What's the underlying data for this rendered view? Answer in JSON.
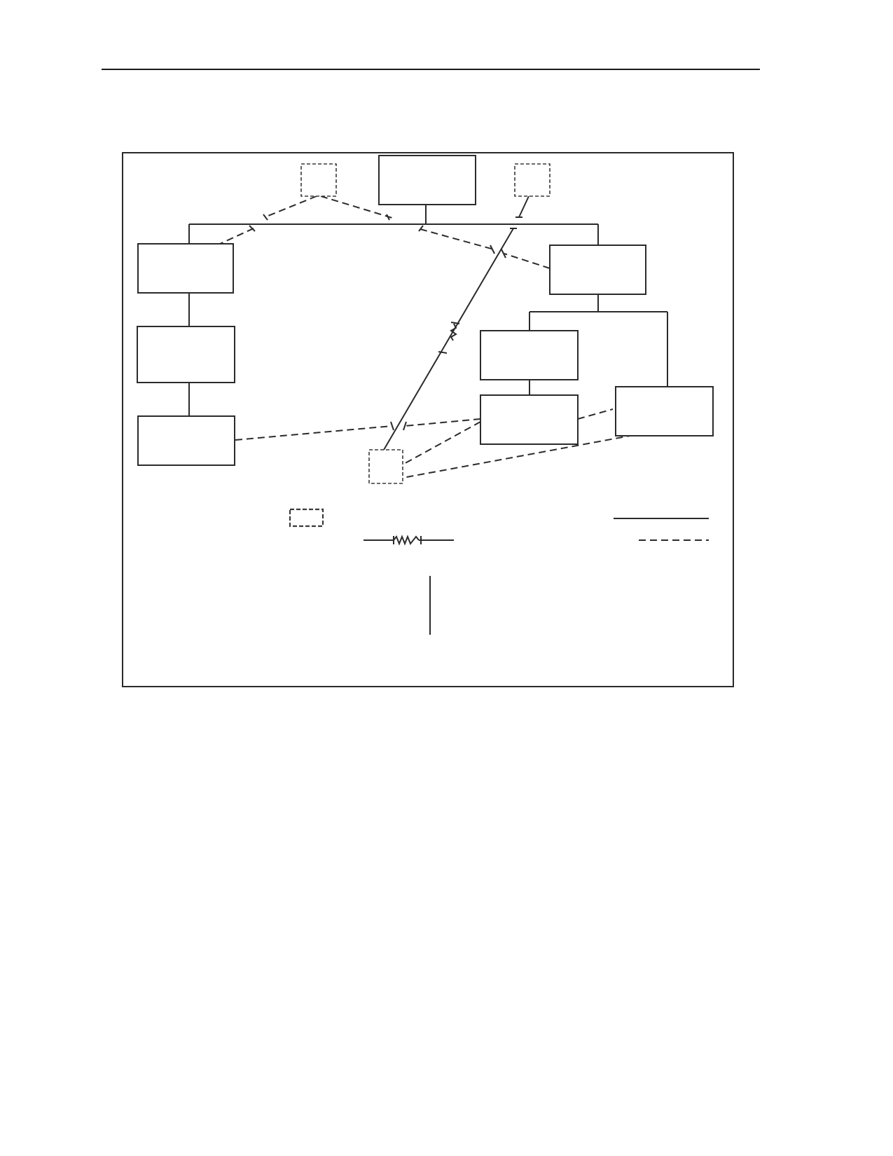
{
  "figure": {
    "legend": {
      "items": [
        {
          "symbol": "dashed-box"
        },
        {
          "symbol": "spring-line"
        },
        {
          "symbol": "solid-line"
        },
        {
          "symbol": "dashed-line"
        },
        {
          "symbol": "vertical-line"
        }
      ]
    },
    "nodes": [
      {
        "id": "top",
        "kind": "solid"
      },
      {
        "id": "dashed-top-left",
        "kind": "dashed"
      },
      {
        "id": "dashed-top-right",
        "kind": "dashed"
      },
      {
        "id": "left-1",
        "kind": "solid"
      },
      {
        "id": "left-2",
        "kind": "solid"
      },
      {
        "id": "left-3",
        "kind": "solid"
      },
      {
        "id": "right-1",
        "kind": "solid"
      },
      {
        "id": "right-2",
        "kind": "solid"
      },
      {
        "id": "right-3",
        "kind": "solid"
      },
      {
        "id": "right-side",
        "kind": "solid"
      },
      {
        "id": "dashed-bottom",
        "kind": "dashed"
      }
    ]
  }
}
